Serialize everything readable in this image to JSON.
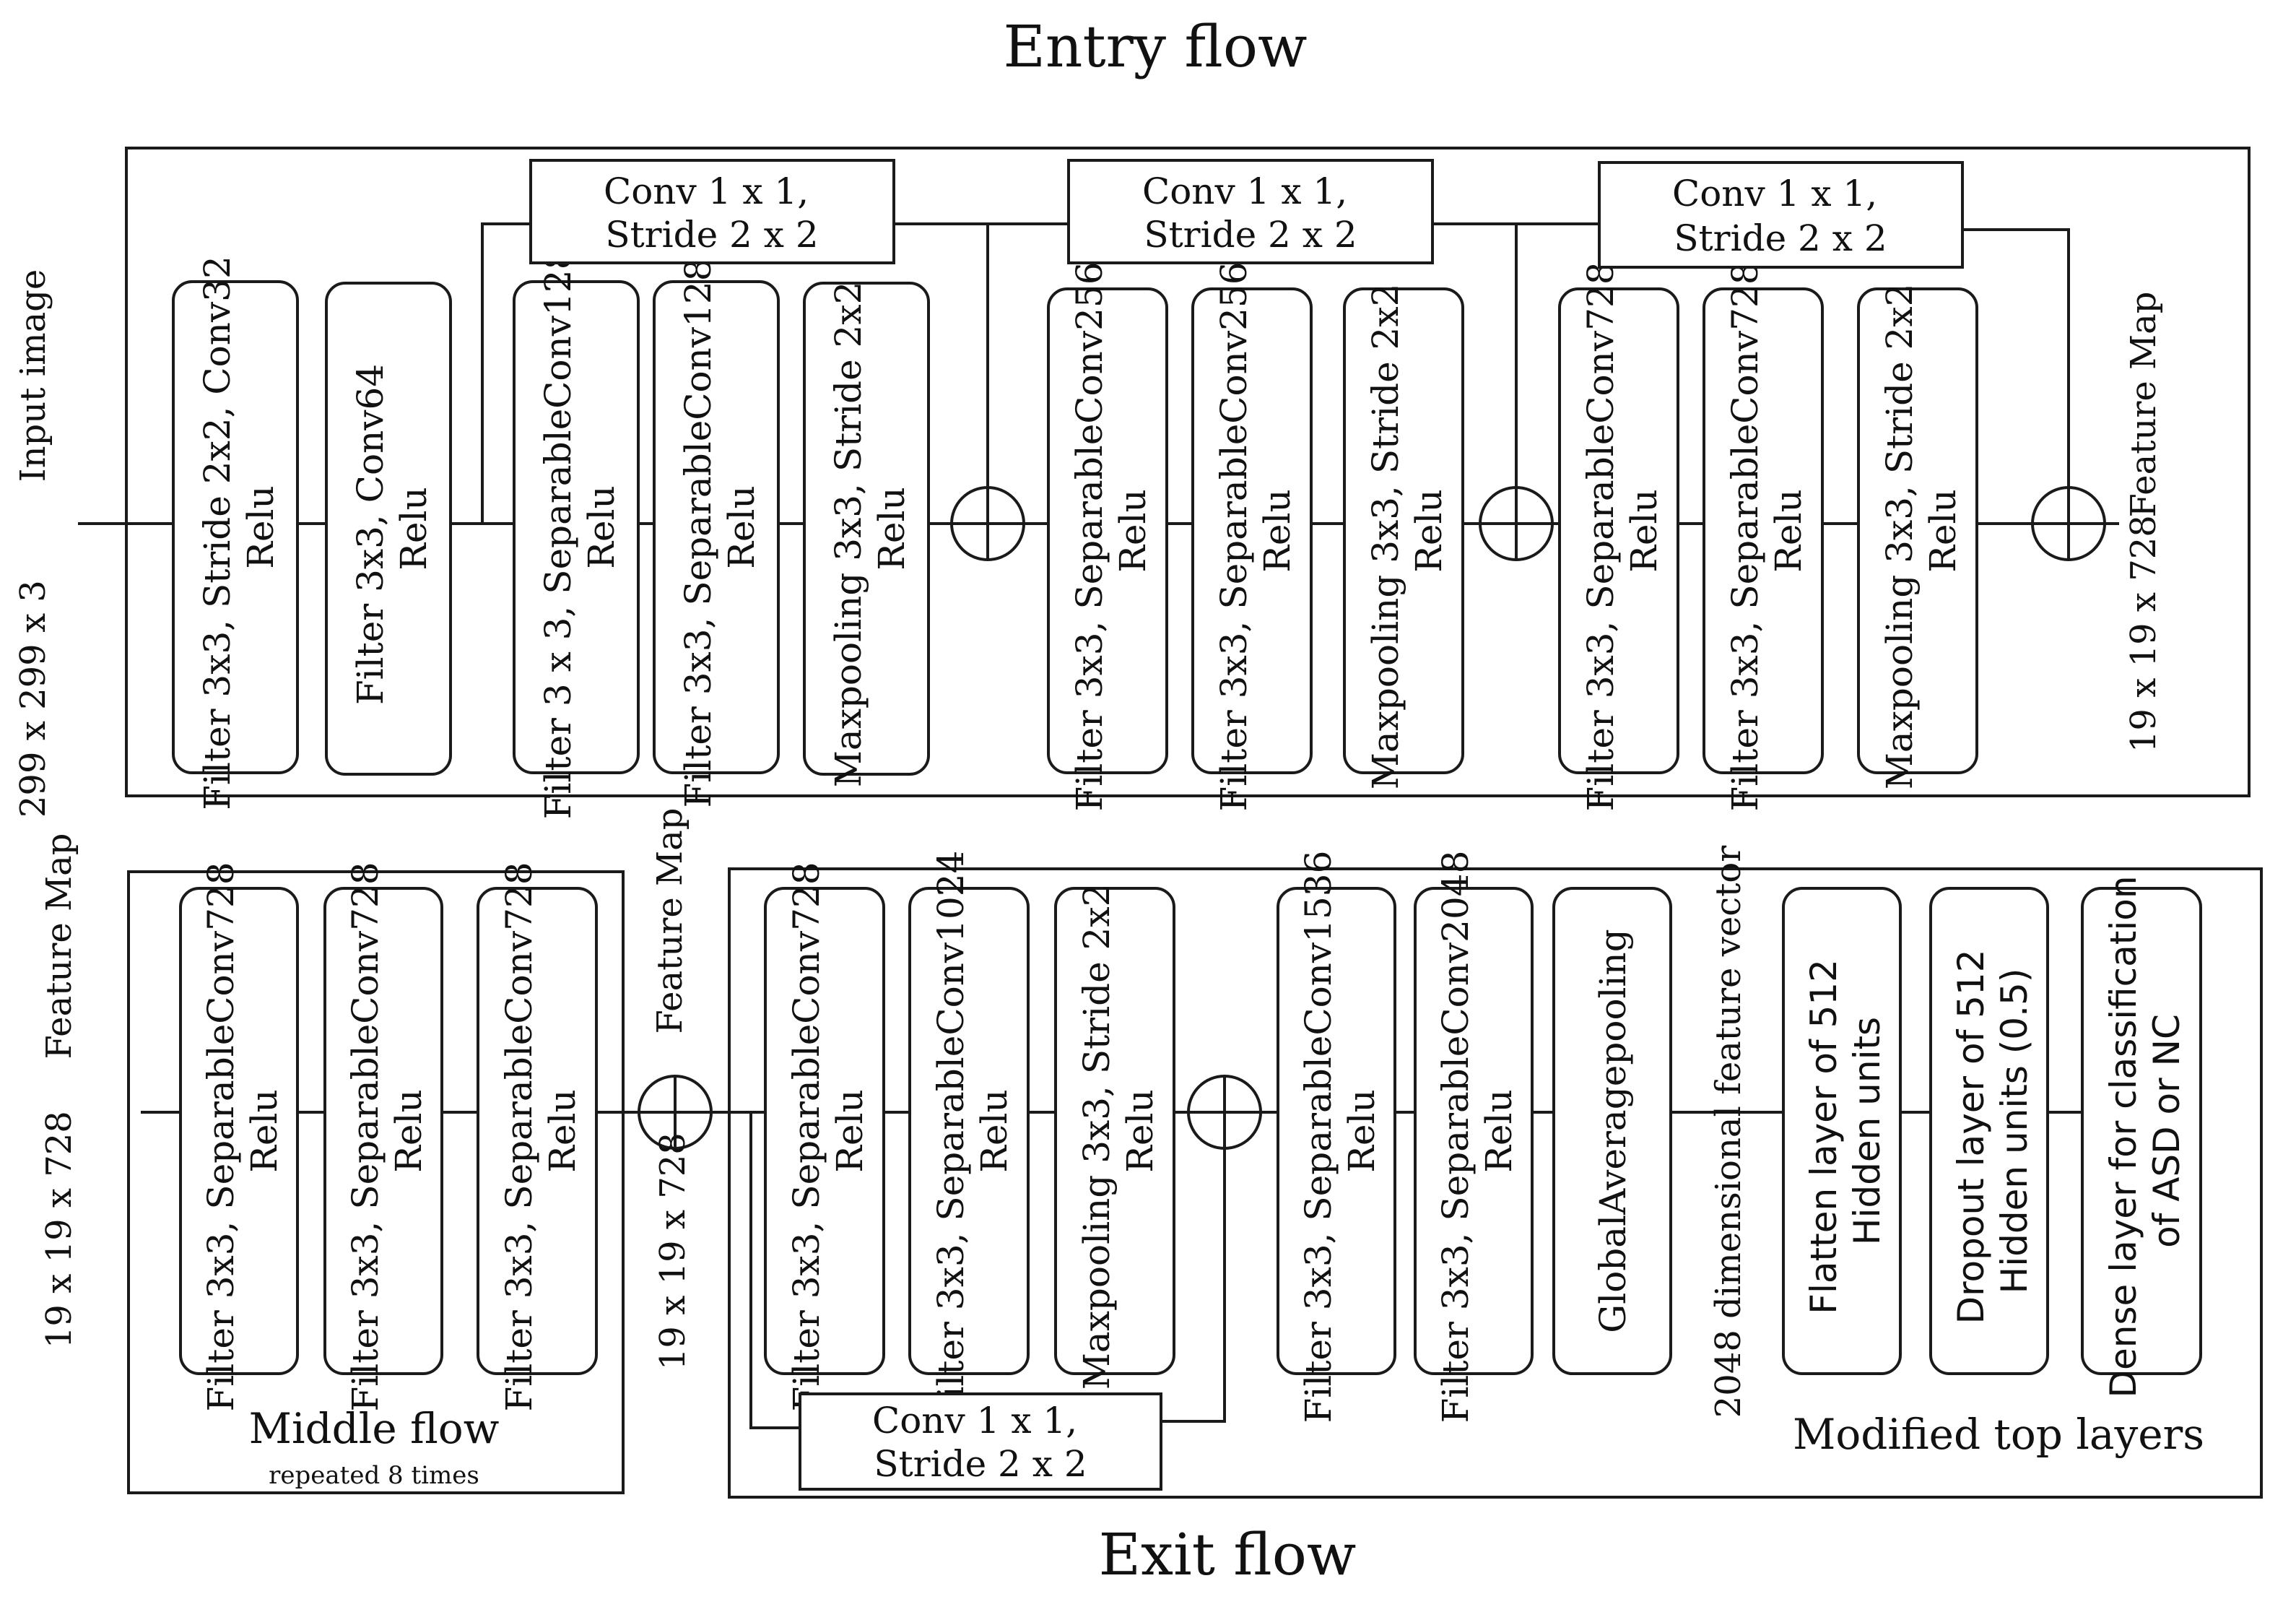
{
  "titles": {
    "entry": "Entry flow",
    "exit": "Exit flow"
  },
  "entry": {
    "input_name": "Input image",
    "input_size": "299 x 299 x 3",
    "blocks": [
      [
        "Filter 3x3, Stride 2x2, Conv32",
        "Relu"
      ],
      [
        "Filter 3x3, Conv64",
        "Relu"
      ],
      [
        "Filter 3 x 3, SeparableConv128",
        "Relu"
      ],
      [
        "Filter 3x3, SeparableConv128",
        "Relu"
      ],
      [
        "Maxpooling 3x3, Stride 2x2",
        "Relu"
      ],
      [
        "Filter 3x3, SeparableConv256",
        "Relu"
      ],
      [
        "Filter 3x3, SeparableConv256",
        "Relu"
      ],
      [
        "Maxpooling 3x3, Stride 2x2",
        "Relu"
      ],
      [
        "Filter 3x3, SeparableConv728",
        "Relu"
      ],
      [
        "Filter 3x3, SeparableConv728",
        "Relu"
      ],
      [
        "Maxpooling 3x3, Stride 2x2",
        "Relu"
      ]
    ],
    "skips": [
      [
        "Conv 1 x 1,",
        "Stride 2 x 2"
      ],
      [
        "Conv 1 x 1,",
        "Stride 2 x 2"
      ],
      [
        "Conv 1 x 1,",
        "Stride 2 x 2"
      ]
    ],
    "output_name": "Feature Map",
    "output_size": "19 x 19 x 728"
  },
  "middle": {
    "input_name": "Feature Map",
    "input_size": "19 x 19 x 728",
    "blocks": [
      [
        "Filter 3x3, SeparableConv728",
        "Relu"
      ],
      [
        "Filter 3x3, SeparableConv728",
        "Relu"
      ],
      [
        "Filter 3x3, SeparableConv728",
        "Relu"
      ]
    ],
    "title": "Middle flow",
    "subtitle": "repeated 8 times",
    "output_name": "Feature Map",
    "output_size": "19 x 19 x 728"
  },
  "exit": {
    "blocks": [
      [
        "Filter 3x3, SeparableConv728",
        "Relu"
      ],
      [
        "Filter 3x3, SeparableConv1024",
        "Relu"
      ],
      [
        "Maxpooling 3x3, Stride 2x2",
        "Relu"
      ],
      [
        "Filter 3x3, SeparableConv1536",
        "Relu"
      ],
      [
        "Filter 3x3, SeparableConv2048",
        "Relu"
      ],
      [
        "GlobalAveragepooling"
      ]
    ],
    "skip": [
      "Conv 1 x 1,",
      "Stride 2 x 2"
    ],
    "vector_label": "2048 dimensional feature vector"
  },
  "top_layers": {
    "title": "Modified top layers",
    "blocks": [
      [
        "Flatten layer of 512",
        "Hidden units"
      ],
      [
        "Dropout layer of 512",
        "Hidden units (0.5)"
      ],
      [
        "Dense layer for classification",
        "of ASD or NC"
      ]
    ]
  }
}
